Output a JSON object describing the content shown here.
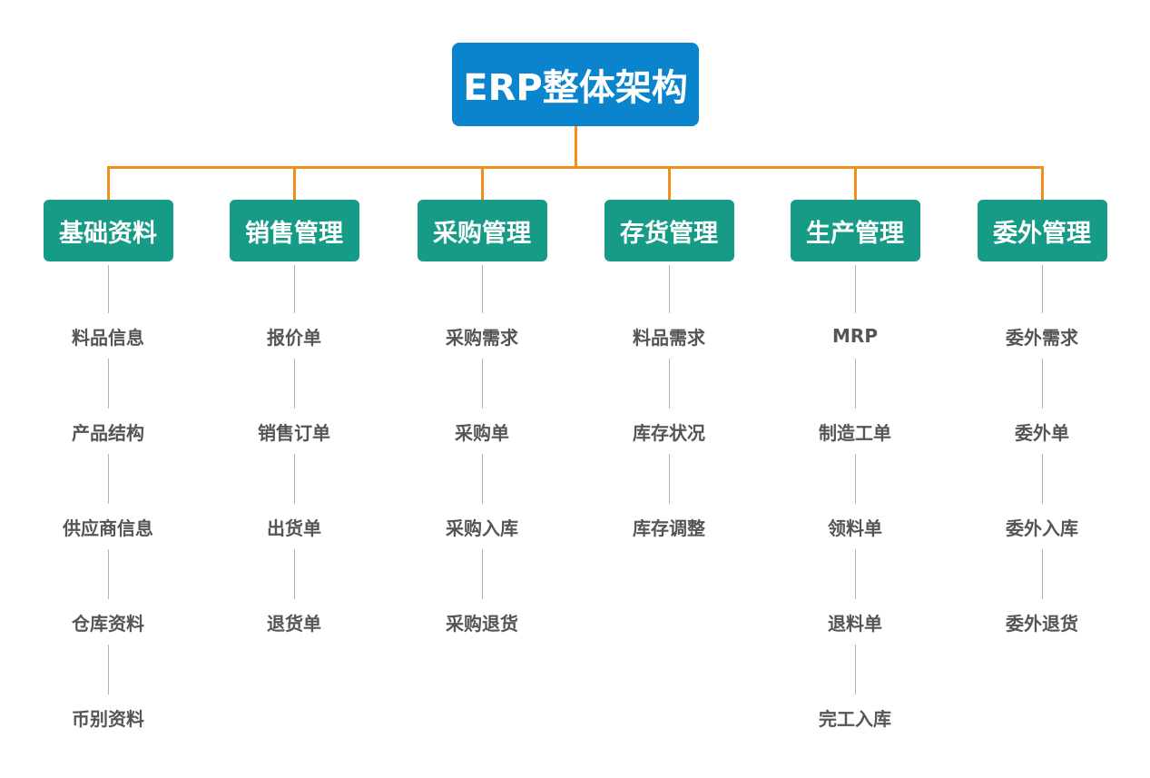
{
  "title": "ERP整体架构",
  "colors": {
    "root_fill": "#0a84cc",
    "category_fill": "#169c86",
    "connector": "#f0901a",
    "item_line": "#b3b3b3",
    "item_text": "#555555"
  },
  "categories": [
    {
      "label": "基础资料",
      "items": [
        "料品信息",
        "产品结构",
        "供应商信息",
        "仓库资料",
        "币别资料"
      ]
    },
    {
      "label": "销售管理",
      "items": [
        "报价单",
        "销售订单",
        "出货单",
        "退货单"
      ]
    },
    {
      "label": "采购管理",
      "items": [
        "采购需求",
        "采购单",
        "采购入库",
        "采购退货"
      ]
    },
    {
      "label": "存货管理",
      "items": [
        "料品需求",
        "库存状况",
        "库存调整"
      ]
    },
    {
      "label": "生产管理",
      "items": [
        "MRP",
        "制造工单",
        "领料单",
        "退料单",
        "完工入库"
      ]
    },
    {
      "label": "委外管理",
      "items": [
        "委外需求",
        "委外单",
        "委外入库",
        "委外退货"
      ]
    }
  ]
}
